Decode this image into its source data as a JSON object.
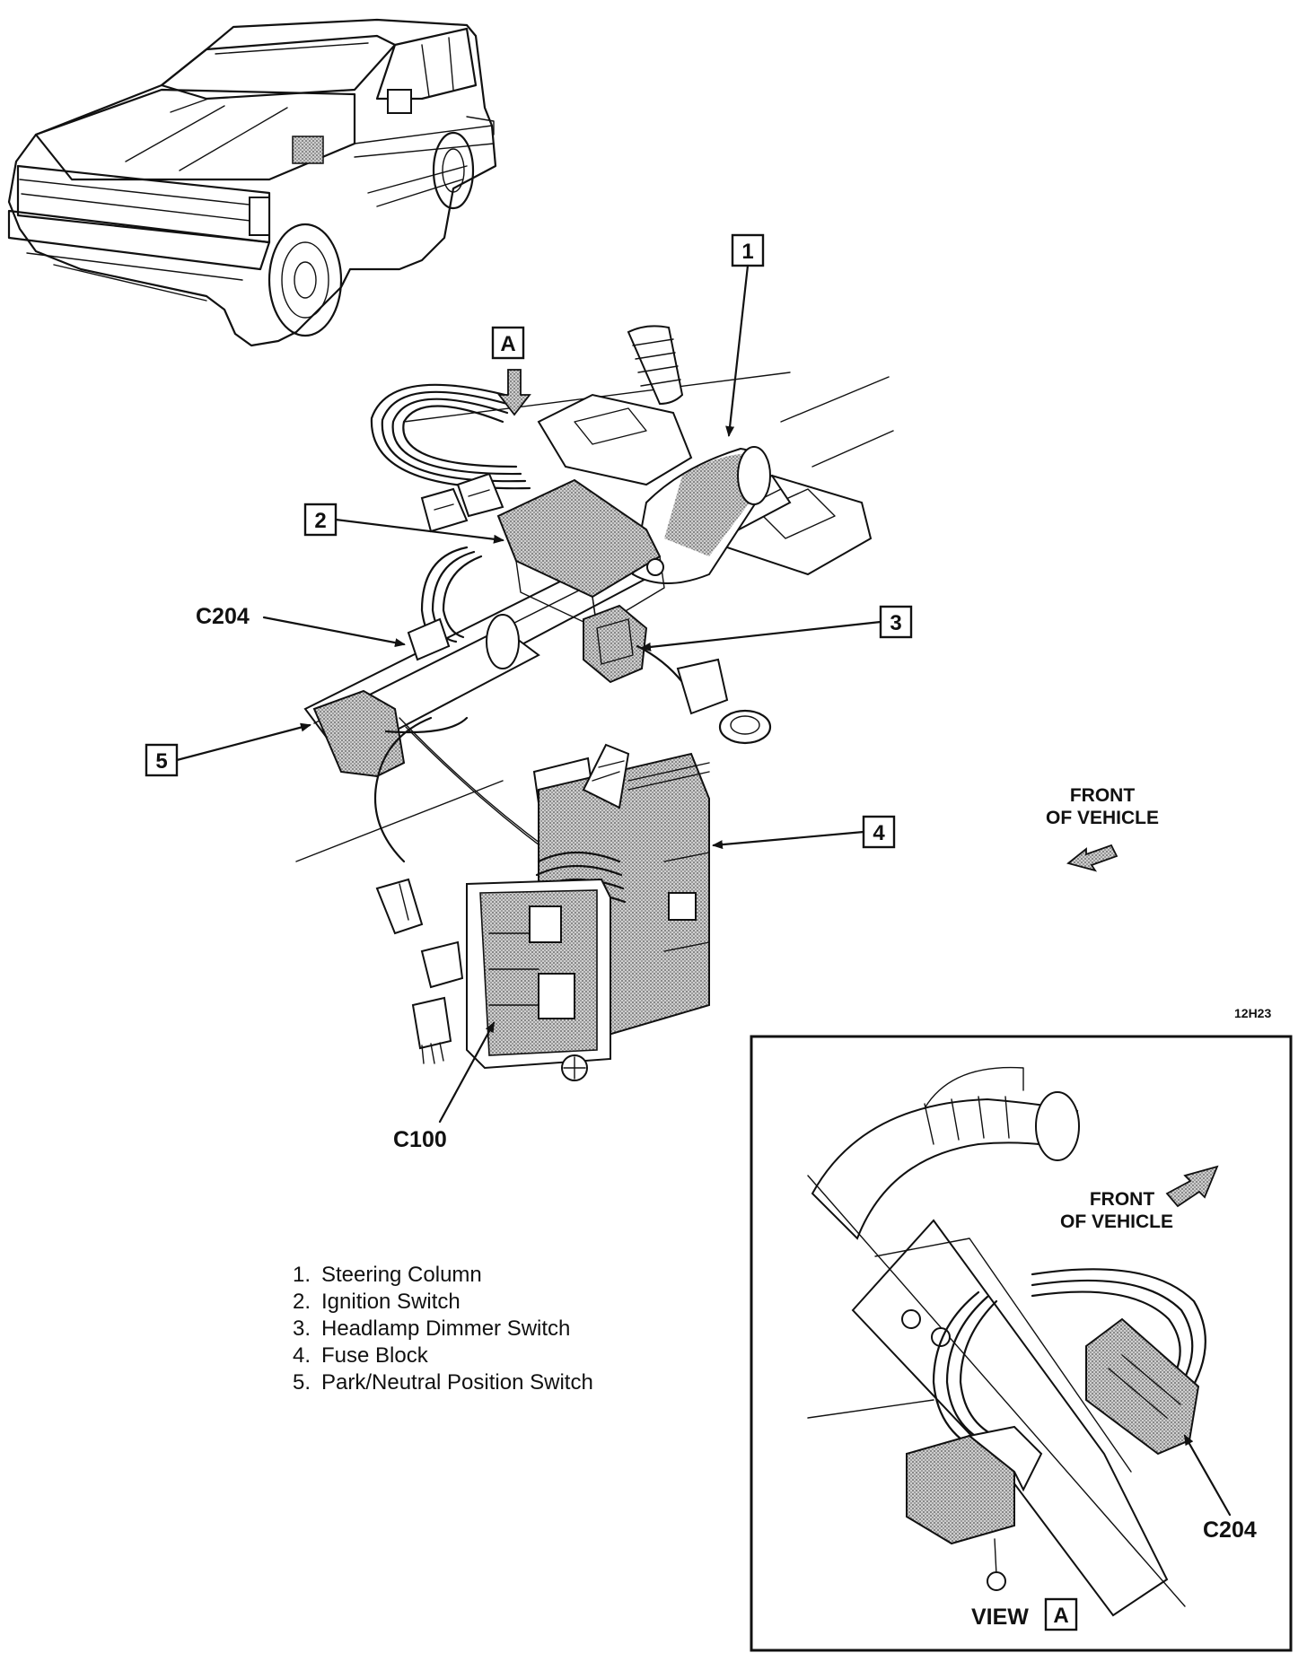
{
  "figure_id": "12H23",
  "callouts": {
    "c1": "1",
    "c2": "2",
    "c3": "3",
    "c4": "4",
    "c5": "5",
    "view": "A"
  },
  "connectors": {
    "c204_main": "C204",
    "c100": "C100",
    "c204_inset": "C204"
  },
  "direction_main": {
    "line1": "FRONT",
    "line2": "OF VEHICLE"
  },
  "direction_inset": {
    "line1": "FRONT",
    "line2": "OF VEHICLE"
  },
  "inset": {
    "view_word": "VIEW",
    "view_letter": "A"
  },
  "legend": [
    {
      "num": "1.",
      "label": "Steering Column"
    },
    {
      "num": "2.",
      "label": "Ignition Switch"
    },
    {
      "num": "3.",
      "label": "Headlamp Dimmer Switch"
    },
    {
      "num": "4.",
      "label": "Fuse Block"
    },
    {
      "num": "5.",
      "label": "Park/Neutral Position Switch"
    }
  ]
}
